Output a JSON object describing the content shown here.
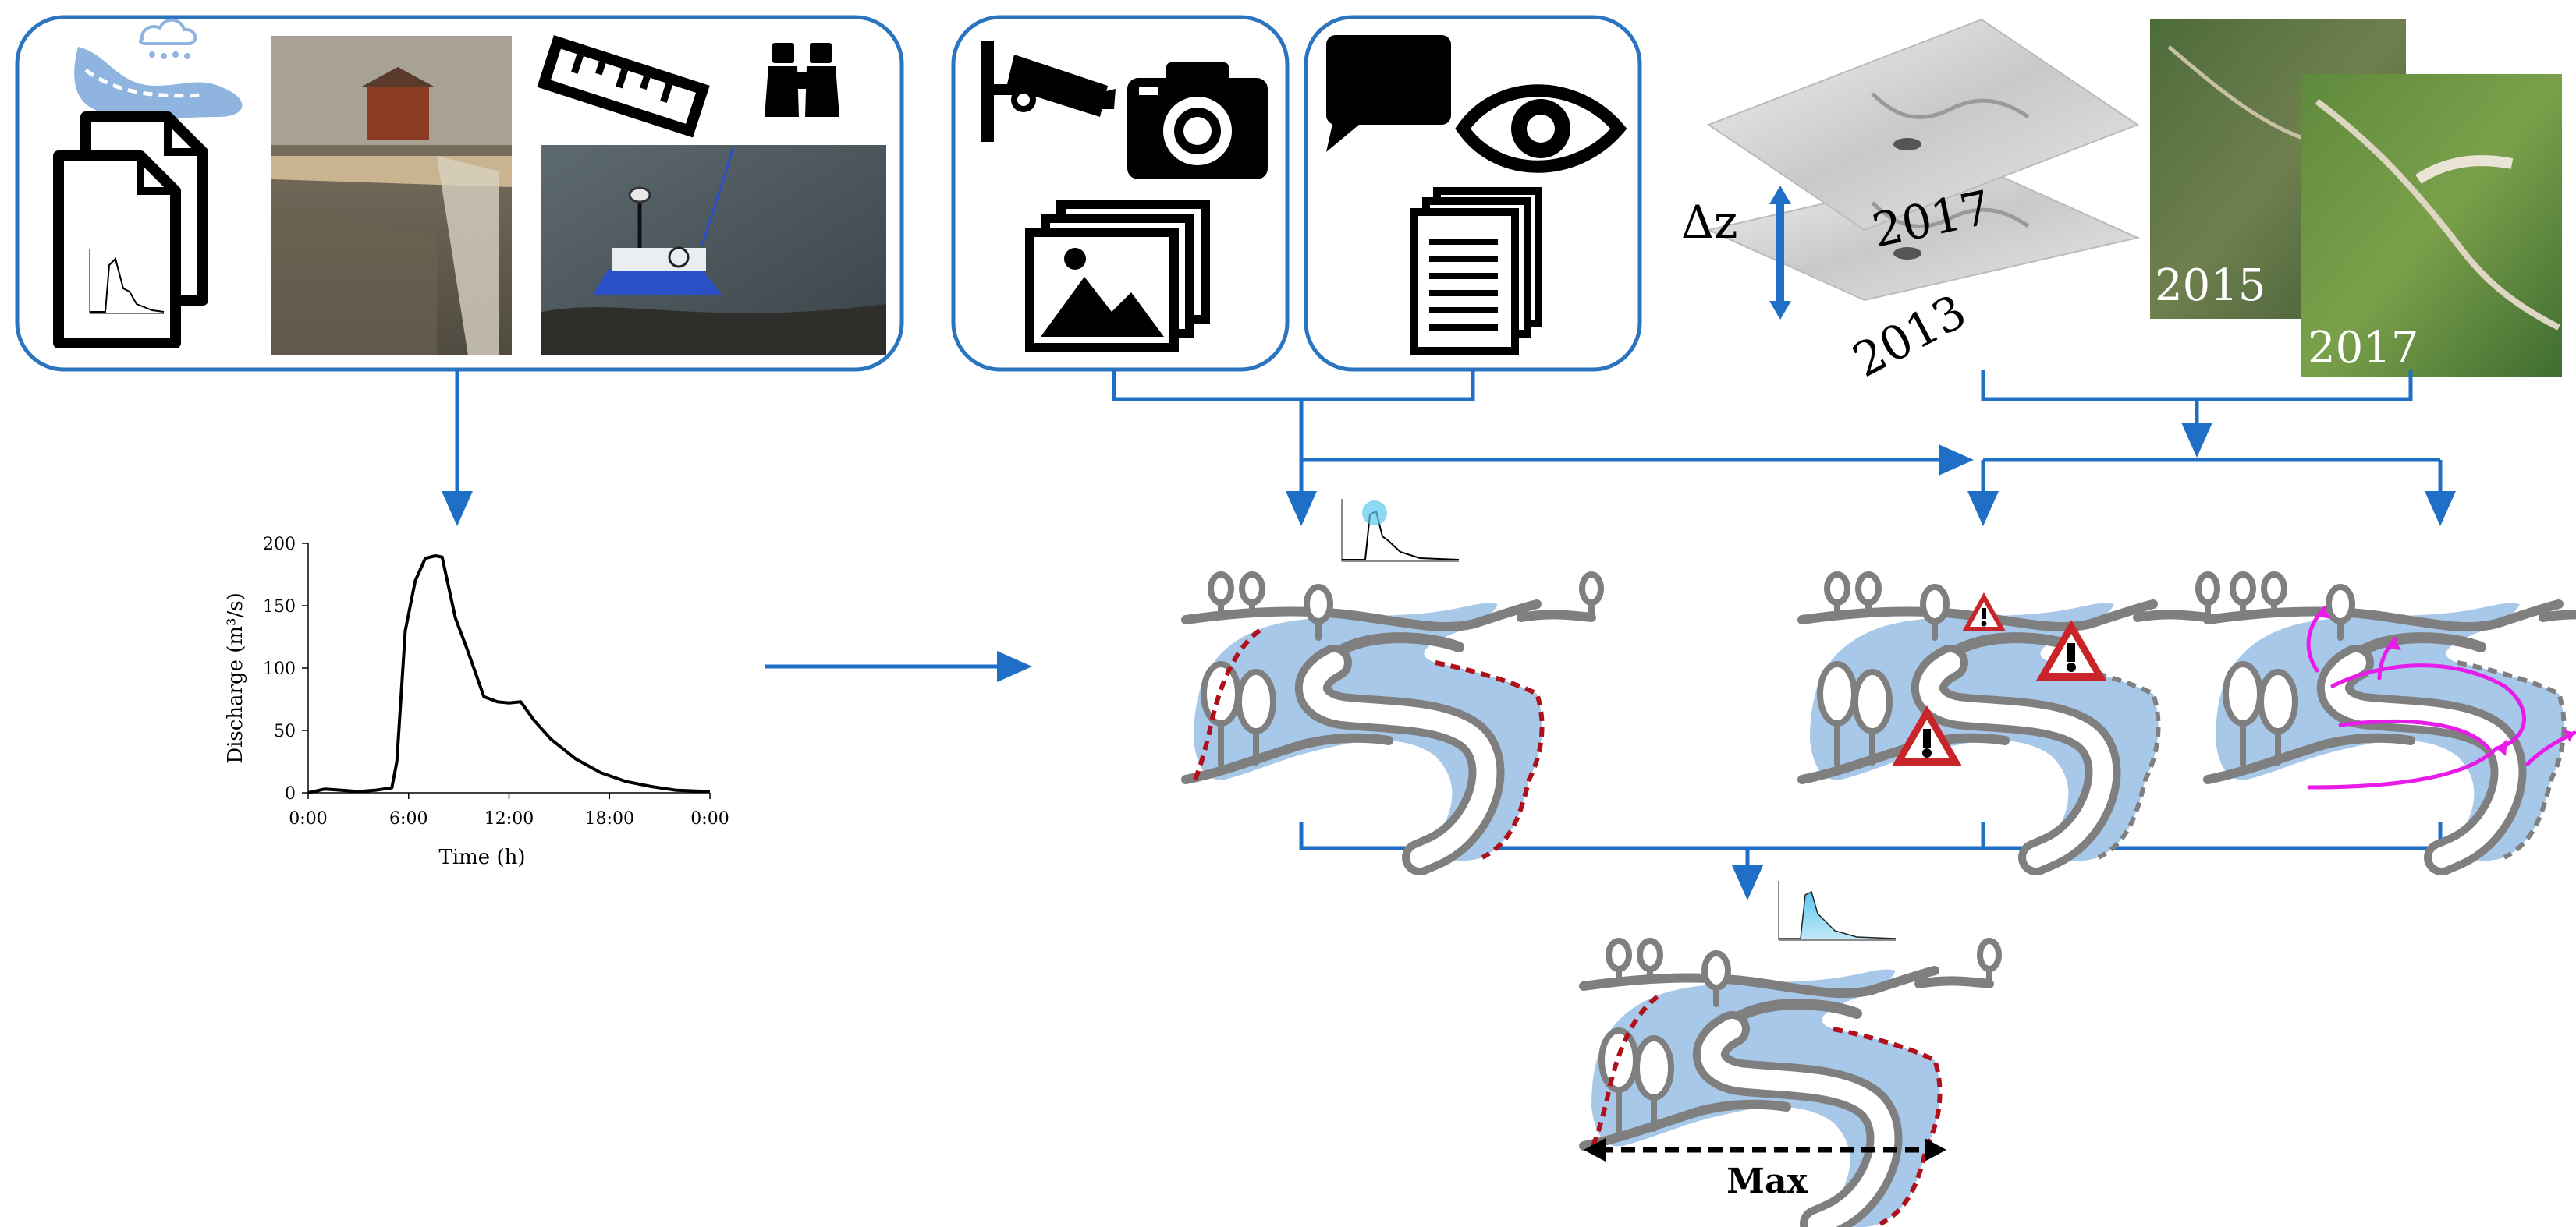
{
  "labels": {
    "delta_z": "Δz",
    "dem_top_year": "2017",
    "dem_bottom_year": "2013",
    "ortho_back_year": "2015",
    "ortho_front_year": "2017",
    "max_label": "Max"
  },
  "colors": {
    "box_border": "#2a74c0",
    "arrow": "#1f6fc6",
    "water": "#a7c8e8",
    "river_bank": "#7f7f7f",
    "flood_limit": "#b0101a",
    "flow_path": "#e81ce8",
    "warning_red": "#c9242a",
    "icon_black": "#000000"
  },
  "icons": [
    "catchment-rain-icon",
    "document-stack-icon",
    "hydrograph-document-icon",
    "ruler-icon",
    "binoculars-icon",
    "cctv-camera-icon",
    "photo-camera-icon",
    "image-gallery-icon",
    "speech-bubble-icon",
    "eye-icon",
    "text-document-stack-icon",
    "warning-icon",
    "flow-arrow-icon",
    "tree-icon"
  ],
  "chart_data": {
    "type": "line",
    "title": "",
    "xlabel": "Time (h)",
    "ylabel": "Discharge (m³/s)",
    "ylim": [
      0,
      200
    ],
    "yticks": [
      "0",
      "50",
      "100",
      "150",
      "200"
    ],
    "xticks": [
      "0:00",
      "6:00",
      "12:00",
      "18:00",
      "0:00"
    ],
    "xlim_hours": [
      0,
      24
    ],
    "grid": false,
    "series": [
      {
        "x_hours": [
          0,
          1,
          2,
          3,
          4,
          5,
          5.3,
          5.8,
          6.4,
          7,
          7.6,
          8,
          8.8,
          9.5,
          10.5,
          11.3,
          12.0,
          12.7,
          13.5,
          14.5,
          16,
          17.5,
          19,
          20.5,
          22,
          24
        ],
        "values": [
          0,
          3,
          2,
          1,
          2,
          4,
          25,
          130,
          170,
          188,
          190,
          189,
          140,
          115,
          77,
          73,
          72,
          73,
          58,
          43,
          27,
          16,
          9,
          5,
          2,
          1
        ]
      }
    ]
  }
}
